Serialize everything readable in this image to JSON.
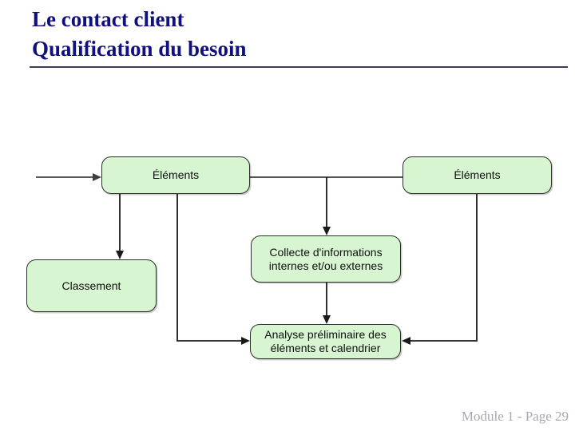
{
  "slide": {
    "title_line1": "Le contact client",
    "title_line2": "Qualification du besoin",
    "footer": "Module 1 - Page 29"
  },
  "colors": {
    "title": "#10107e",
    "box_fill": "#d6f5d0",
    "box_border": "#2e2e2e",
    "connector_line": "#1a1a1a",
    "incoming_arrow": "#3f3f3f",
    "footer_text": "#a6a8b2"
  },
  "diagram": {
    "type": "flowchart",
    "nodes": [
      {
        "id": "elements-left",
        "label": "Éléments"
      },
      {
        "id": "elements-right",
        "label": "Éléments"
      },
      {
        "id": "collecte",
        "label_line1": "Collecte d'informations",
        "label_line2": "internes et/ou externes"
      },
      {
        "id": "classement",
        "label": "Classement"
      },
      {
        "id": "analyse",
        "label_line1": "Analyse préliminaire des",
        "label_line2": "éléments et calendrier"
      }
    ],
    "edges": [
      {
        "from": "start",
        "to": "elements-left",
        "arrow": true
      },
      {
        "from": "elements-left",
        "to": "elements-right",
        "arrow": false
      },
      {
        "from": "elements-left/elements-right junction",
        "to": "collecte",
        "arrow": true
      },
      {
        "from": "elements-left",
        "to": "classement",
        "arrow": true
      },
      {
        "from": "elements-left",
        "to": "analyse",
        "arrow": true
      },
      {
        "from": "collecte",
        "to": "analyse",
        "arrow": true
      },
      {
        "from": "elements-right",
        "to": "analyse",
        "arrow": true
      }
    ]
  }
}
